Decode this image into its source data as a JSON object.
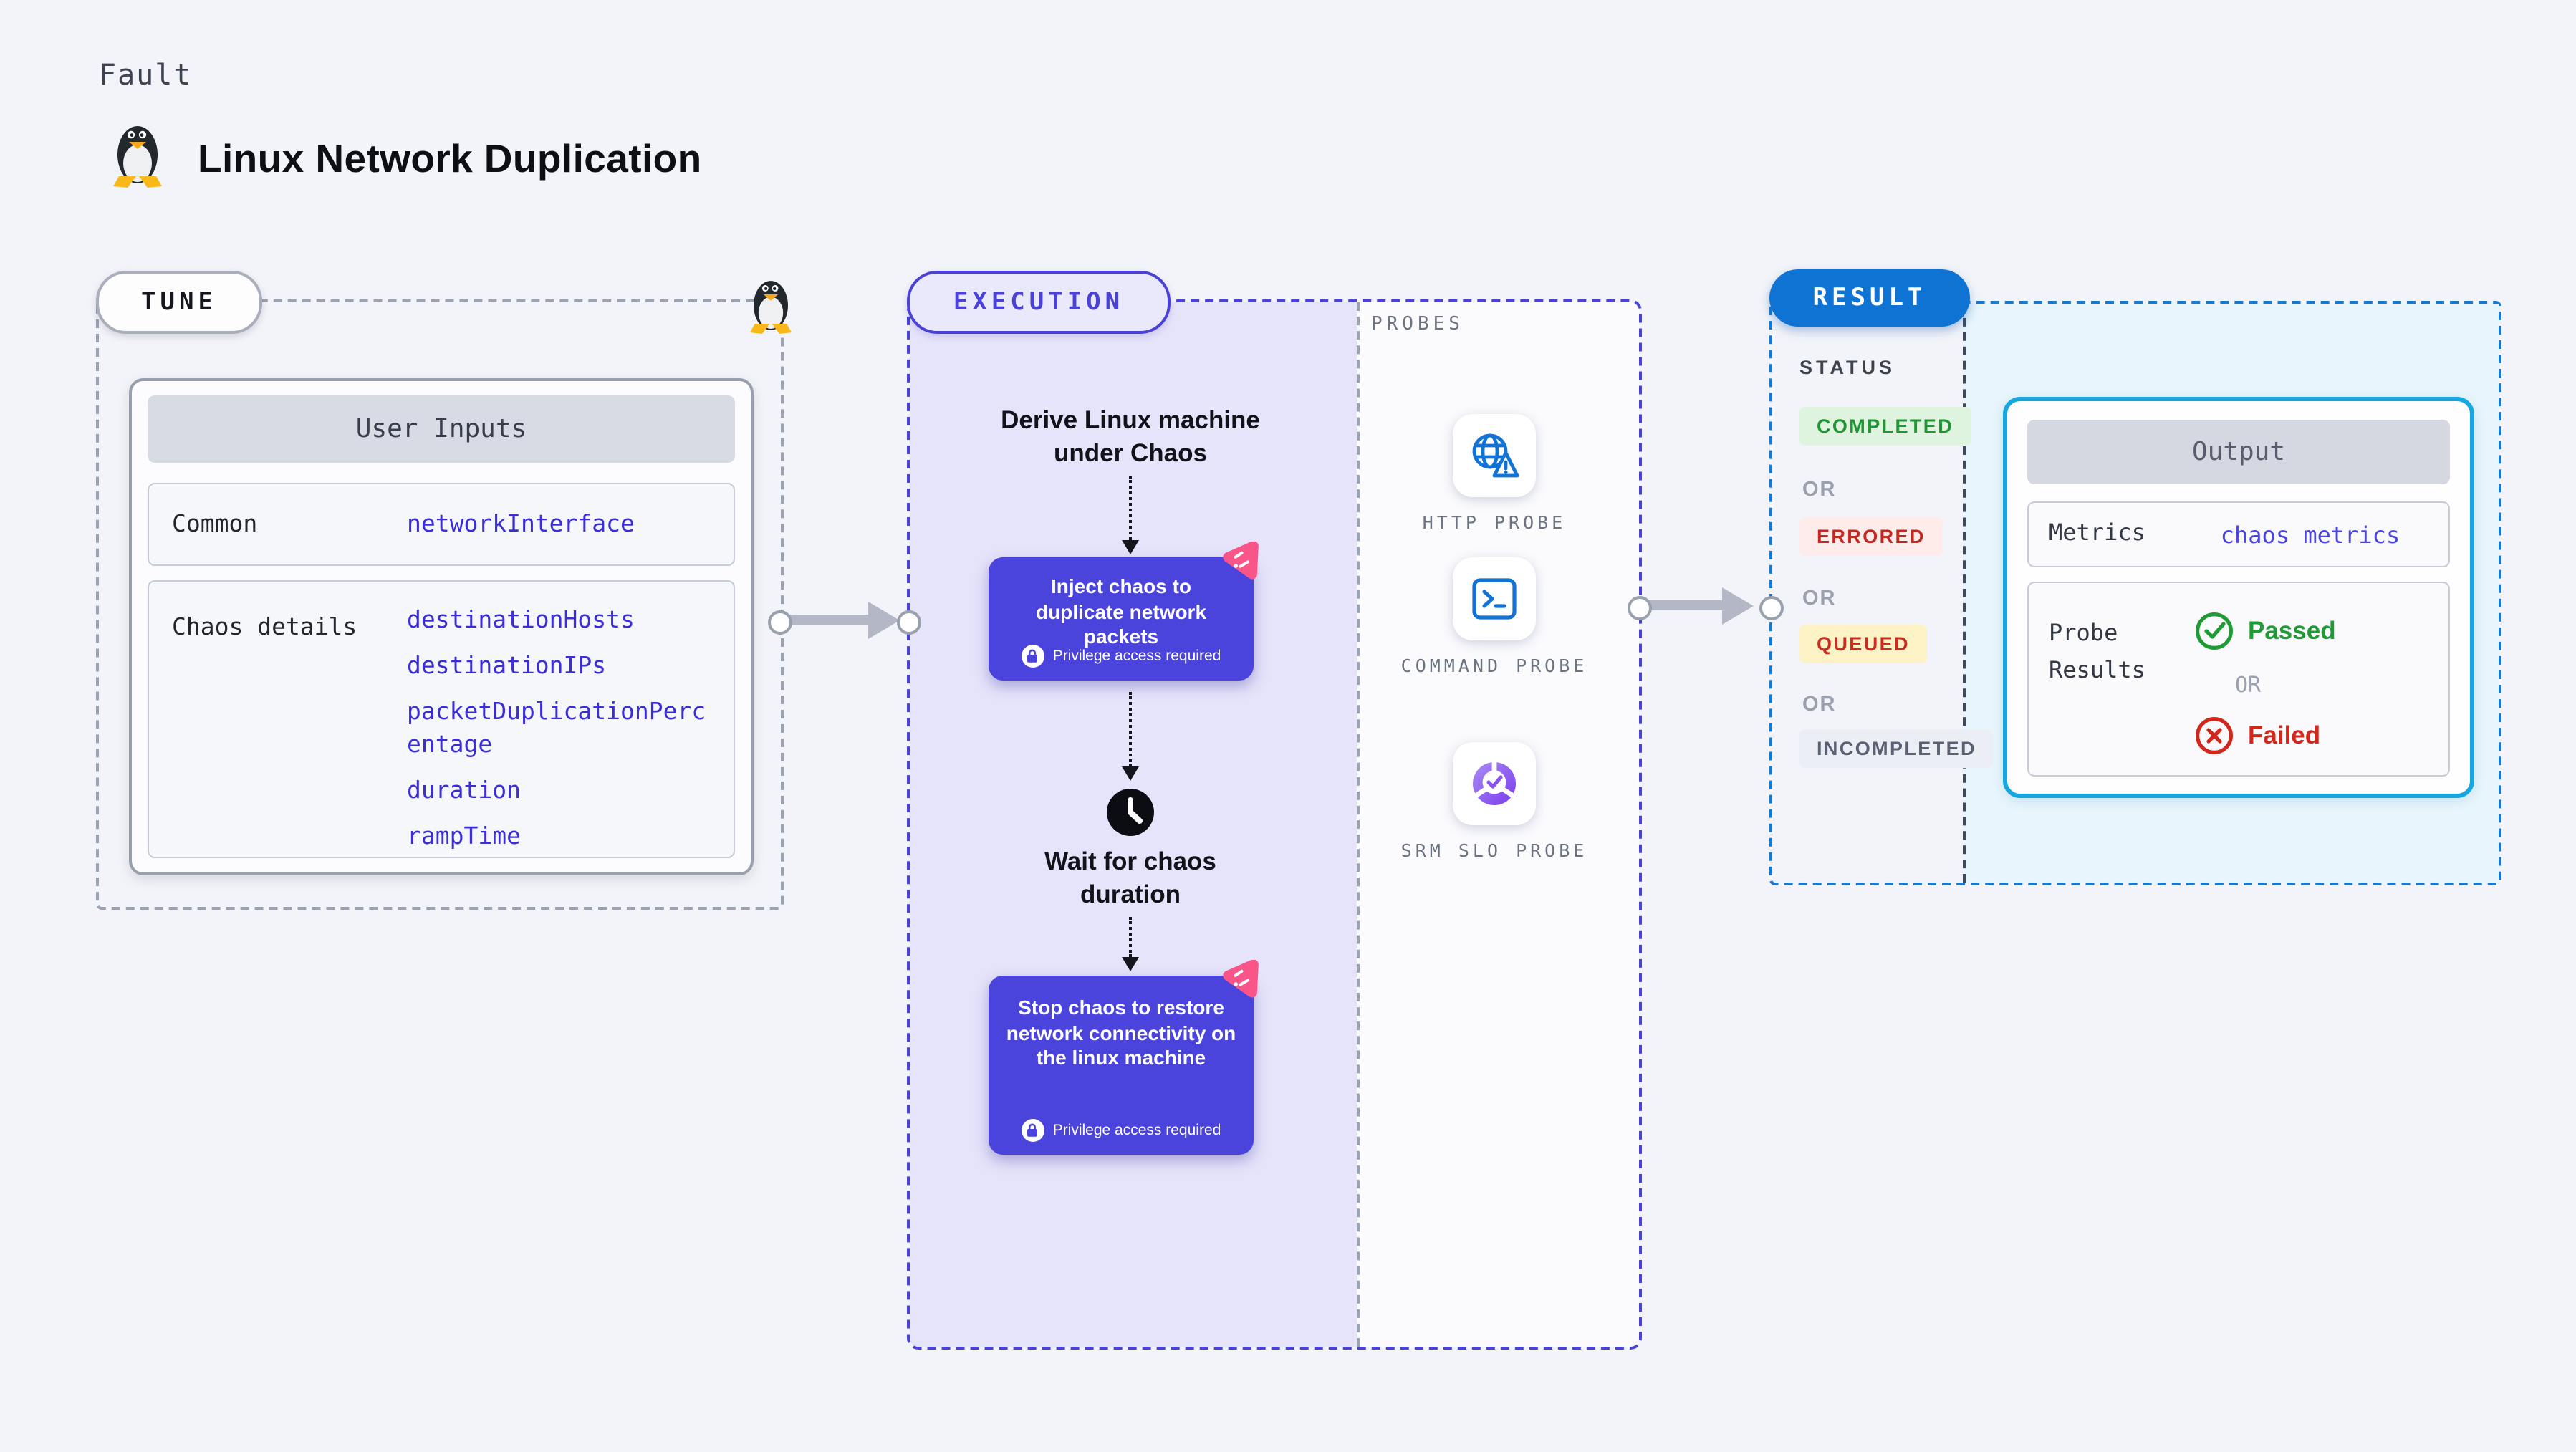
{
  "header": {
    "kicker": "Fault",
    "title": "Linux Network Duplication",
    "icon": "tux-penguin"
  },
  "tune": {
    "badge": "TUNE",
    "user_inputs": {
      "title": "User Inputs",
      "common_label": "Common",
      "common_value": "networkInterface",
      "chaos_label": "Chaos details",
      "chaos_values": [
        "destinationHosts",
        "destinationIPs",
        "packetDuplicationPercentage",
        "duration",
        "rampTime"
      ]
    }
  },
  "execution": {
    "badge": "EXECUTION",
    "derive_label": "Derive Linux machine under Chaos",
    "inject": {
      "label": "Inject chaos to duplicate network packets",
      "note": "Privilege access required"
    },
    "wait_label": "Wait for chaos duration",
    "stop": {
      "label": "Stop chaos to restore network connectivity on the linux machine",
      "note": "Privilege access required"
    }
  },
  "probes": {
    "title": "PROBES",
    "items": [
      {
        "label": "HTTP PROBE",
        "icon": "globe-alert-icon"
      },
      {
        "label": "COMMAND PROBE",
        "icon": "terminal-icon"
      },
      {
        "label": "SRM SLO PROBE",
        "icon": "slo-donut-icon"
      }
    ]
  },
  "result": {
    "badge": "RESULT",
    "status_title": "STATUS",
    "or_label": "OR",
    "statuses": [
      {
        "label": "COMPLETED",
        "fg": "#1f9633",
        "bg": "#def4de"
      },
      {
        "label": "ERRORED",
        "fg": "#c5271e",
        "bg": "#fdecea"
      },
      {
        "label": "QUEUED",
        "fg": "#ca2c1f",
        "bg": "#fdf2c6"
      },
      {
        "label": "INCOMPLETED",
        "fg": "#5a6172",
        "bg": "#eceef5"
      }
    ],
    "output": {
      "title": "Output",
      "metrics_label": "Metrics",
      "metrics_value": "chaos metrics",
      "probe_results_label": "Probe Results",
      "passed_label": "Passed",
      "or_label": "OR",
      "failed_label": "Failed"
    }
  },
  "colors": {
    "page_bg": "#f3f4f9",
    "node_purple": "#4b44dc",
    "execution_bg": "#e6e4fa",
    "execution_border": "#4a42d8",
    "result_border": "#1779cf",
    "output_border": "#17a7e0",
    "output_bg": "#e8f5fc",
    "link_blue": "#3b2ed8",
    "probe_icon_blue": "#1273d6",
    "chaos_logo_pink": "#fa5589",
    "passed_green": "#1f9b36",
    "failed_red": "#d3271c",
    "arrow_gray": "#b4b7c5"
  }
}
